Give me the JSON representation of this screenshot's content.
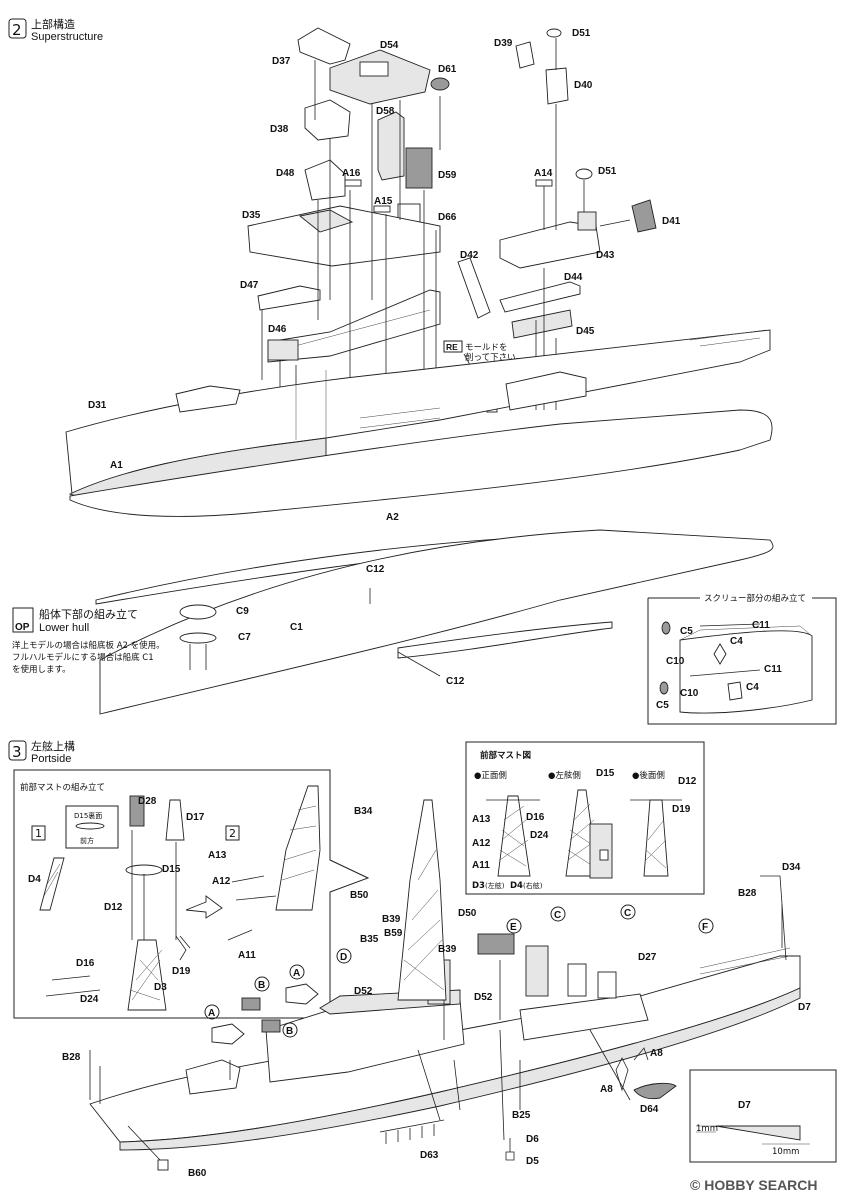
{
  "sections": {
    "superstructure": {
      "number": "2",
      "title_jp": "上部構造",
      "title_en": "Superstructure"
    },
    "lower_hull": {
      "badge": "OP",
      "title_jp": "船体下部の組み立て",
      "title_en": "Lower hull",
      "note": [
        "洋上モデルの場合は船底板 A2 を使用。",
        "フルハルモデルにする場合は船底 C1",
        "を使用します。"
      ]
    },
    "portside": {
      "number": "3",
      "title_jp": "左舷上構",
      "title_en": "Portside"
    }
  },
  "re_note": {
    "badge": "RE",
    "line1": "モールドを",
    "line2": "削って下さい。"
  },
  "screw_box_title": "スクリュー部分の組み立て",
  "fore_mast_box_title": "前部マストの組み立て",
  "fore_mast_detail_title": "前部マスト図",
  "fore_mast_views": {
    "front": "●正面側",
    "port": "●左舷側",
    "rear": "●後面側"
  },
  "mast_labels": {
    "d3": "D3",
    "d3_side": "(左舷)",
    "d4": "D4",
    "d4_side": "(右舷)"
  },
  "d15_note": {
    "title": "D15裏面",
    "dir": "前方"
  },
  "step_numbers": {
    "one": "1",
    "two": "2"
  },
  "scale": {
    "label": "D7",
    "h": "1mm",
    "w": "10mm"
  },
  "watermark": "© HOBBY SEARCH",
  "labels": {
    "D37": "D37",
    "D54": "D54",
    "D61": "D61",
    "D38": "D38",
    "D58": "D58",
    "D48": "D48",
    "A16": "A16",
    "D59": "D59",
    "A15": "A15",
    "D35": "D35",
    "D66": "D66",
    "D42": "D42",
    "D47": "D47",
    "D46": "D46",
    "D39": "D39",
    "D51a": "D51",
    "D40": "D40",
    "A14": "A14",
    "D51b": "D51",
    "D41": "D41",
    "D43": "D43",
    "D44": "D44",
    "D45": "D45",
    "D31": "D31",
    "A1": "A1",
    "A2": "A2",
    "C12a": "C12",
    "C9": "C9",
    "C7": "C7",
    "C1": "C1",
    "C12b": "C12",
    "C5a": "C5",
    "C11a": "C11",
    "C4a": "C4",
    "C10a": "C10",
    "C11b": "C11",
    "C10b": "C10",
    "C4b": "C4",
    "C5b": "C5",
    "D28a": "D28",
    "D17": "D17",
    "D15a": "D15",
    "D4": "D4",
    "D12a": "D12",
    "D16a": "D16",
    "D19a": "D19",
    "D3": "D3",
    "D24a": "D24",
    "A13a": "A13",
    "A12a": "A12",
    "A11a": "A11",
    "B34": "B34",
    "B50": "B50",
    "B39a": "B39",
    "B59": "B59",
    "B35": "B35",
    "B39b": "B39",
    "D52a": "D52",
    "D50": "D50",
    "D52b": "D52",
    "D27": "D27",
    "D34": "D34",
    "B28a": "B28",
    "D7a": "D7",
    "B28b": "B28",
    "A8a": "A8",
    "A8b": "A8",
    "D64": "D64",
    "B25": "B25",
    "D6": "D6",
    "D5": "D5",
    "D63": "D63",
    "B60": "B60",
    "D15b": "D15",
    "D12b": "D12",
    "D16b": "D16",
    "D19b": "D19",
    "D24b": "D24",
    "A13b": "A13",
    "A12b": "A12",
    "A11b": "A11",
    "cA1": "A",
    "cA2": "A",
    "cB1": "B",
    "cB2": "B",
    "cC1": "C",
    "cC2": "C",
    "cD": "D",
    "cE": "E",
    "cF": "F"
  }
}
